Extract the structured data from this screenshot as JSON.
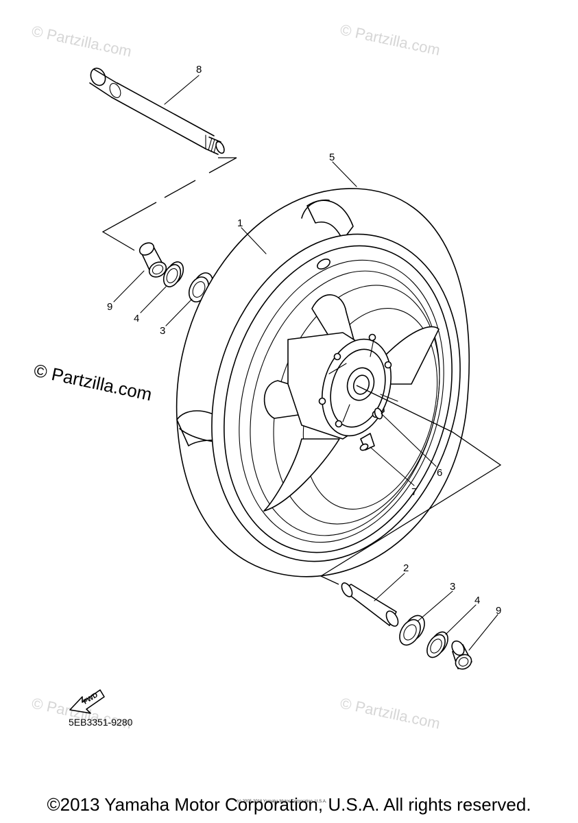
{
  "watermarks": {
    "faint": "© Partzilla.com",
    "main": "© Partzilla.com"
  },
  "callouts": {
    "c1": "1",
    "c2": "2",
    "c3a": "3",
    "c3b": "3",
    "c4a": "4",
    "c4b": "4",
    "c5": "5",
    "c6": "6",
    "c7": "7",
    "c8": "8",
    "c9a": "9",
    "c9b": "9"
  },
  "fwd_label": "FWD",
  "diagram_code": "5EB3351-9280",
  "tiny_notice": "(c) 2005-2016 Yamaha Motor Corporation, U.S.A.",
  "copyright": "©2013 Yamaha Motor Corporation, U.S.A. All rights reserved."
}
